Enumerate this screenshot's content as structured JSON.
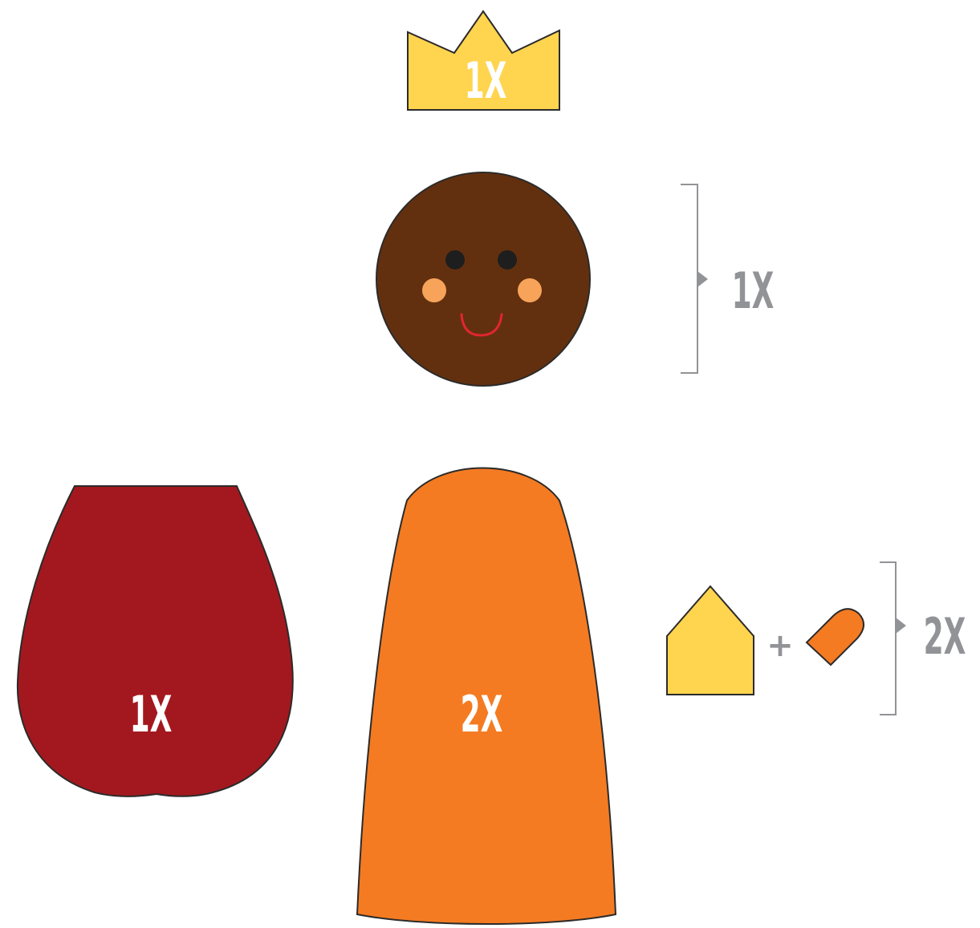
{
  "pieces": {
    "crown": {
      "quantity": "1X",
      "color": "#FFD44F"
    },
    "head": {
      "quantity": "1X",
      "color": "#63300F",
      "eye_color": "#1E1E1E",
      "cheek_color": "#F7A35A",
      "smile_color": "#E0262E"
    },
    "cape": {
      "quantity": "1X",
      "color": "#A3181E"
    },
    "body": {
      "quantity": "2X",
      "color": "#F47B22"
    },
    "hand_and_sleeve": {
      "quantity": "2X",
      "plus": "+",
      "sleeve_color": "#FFD44F",
      "hand_color": "#F47B22"
    }
  },
  "colors": {
    "outline": "#2B2B2B",
    "label_gray": "#919396",
    "bracket_gray": "#919396"
  }
}
